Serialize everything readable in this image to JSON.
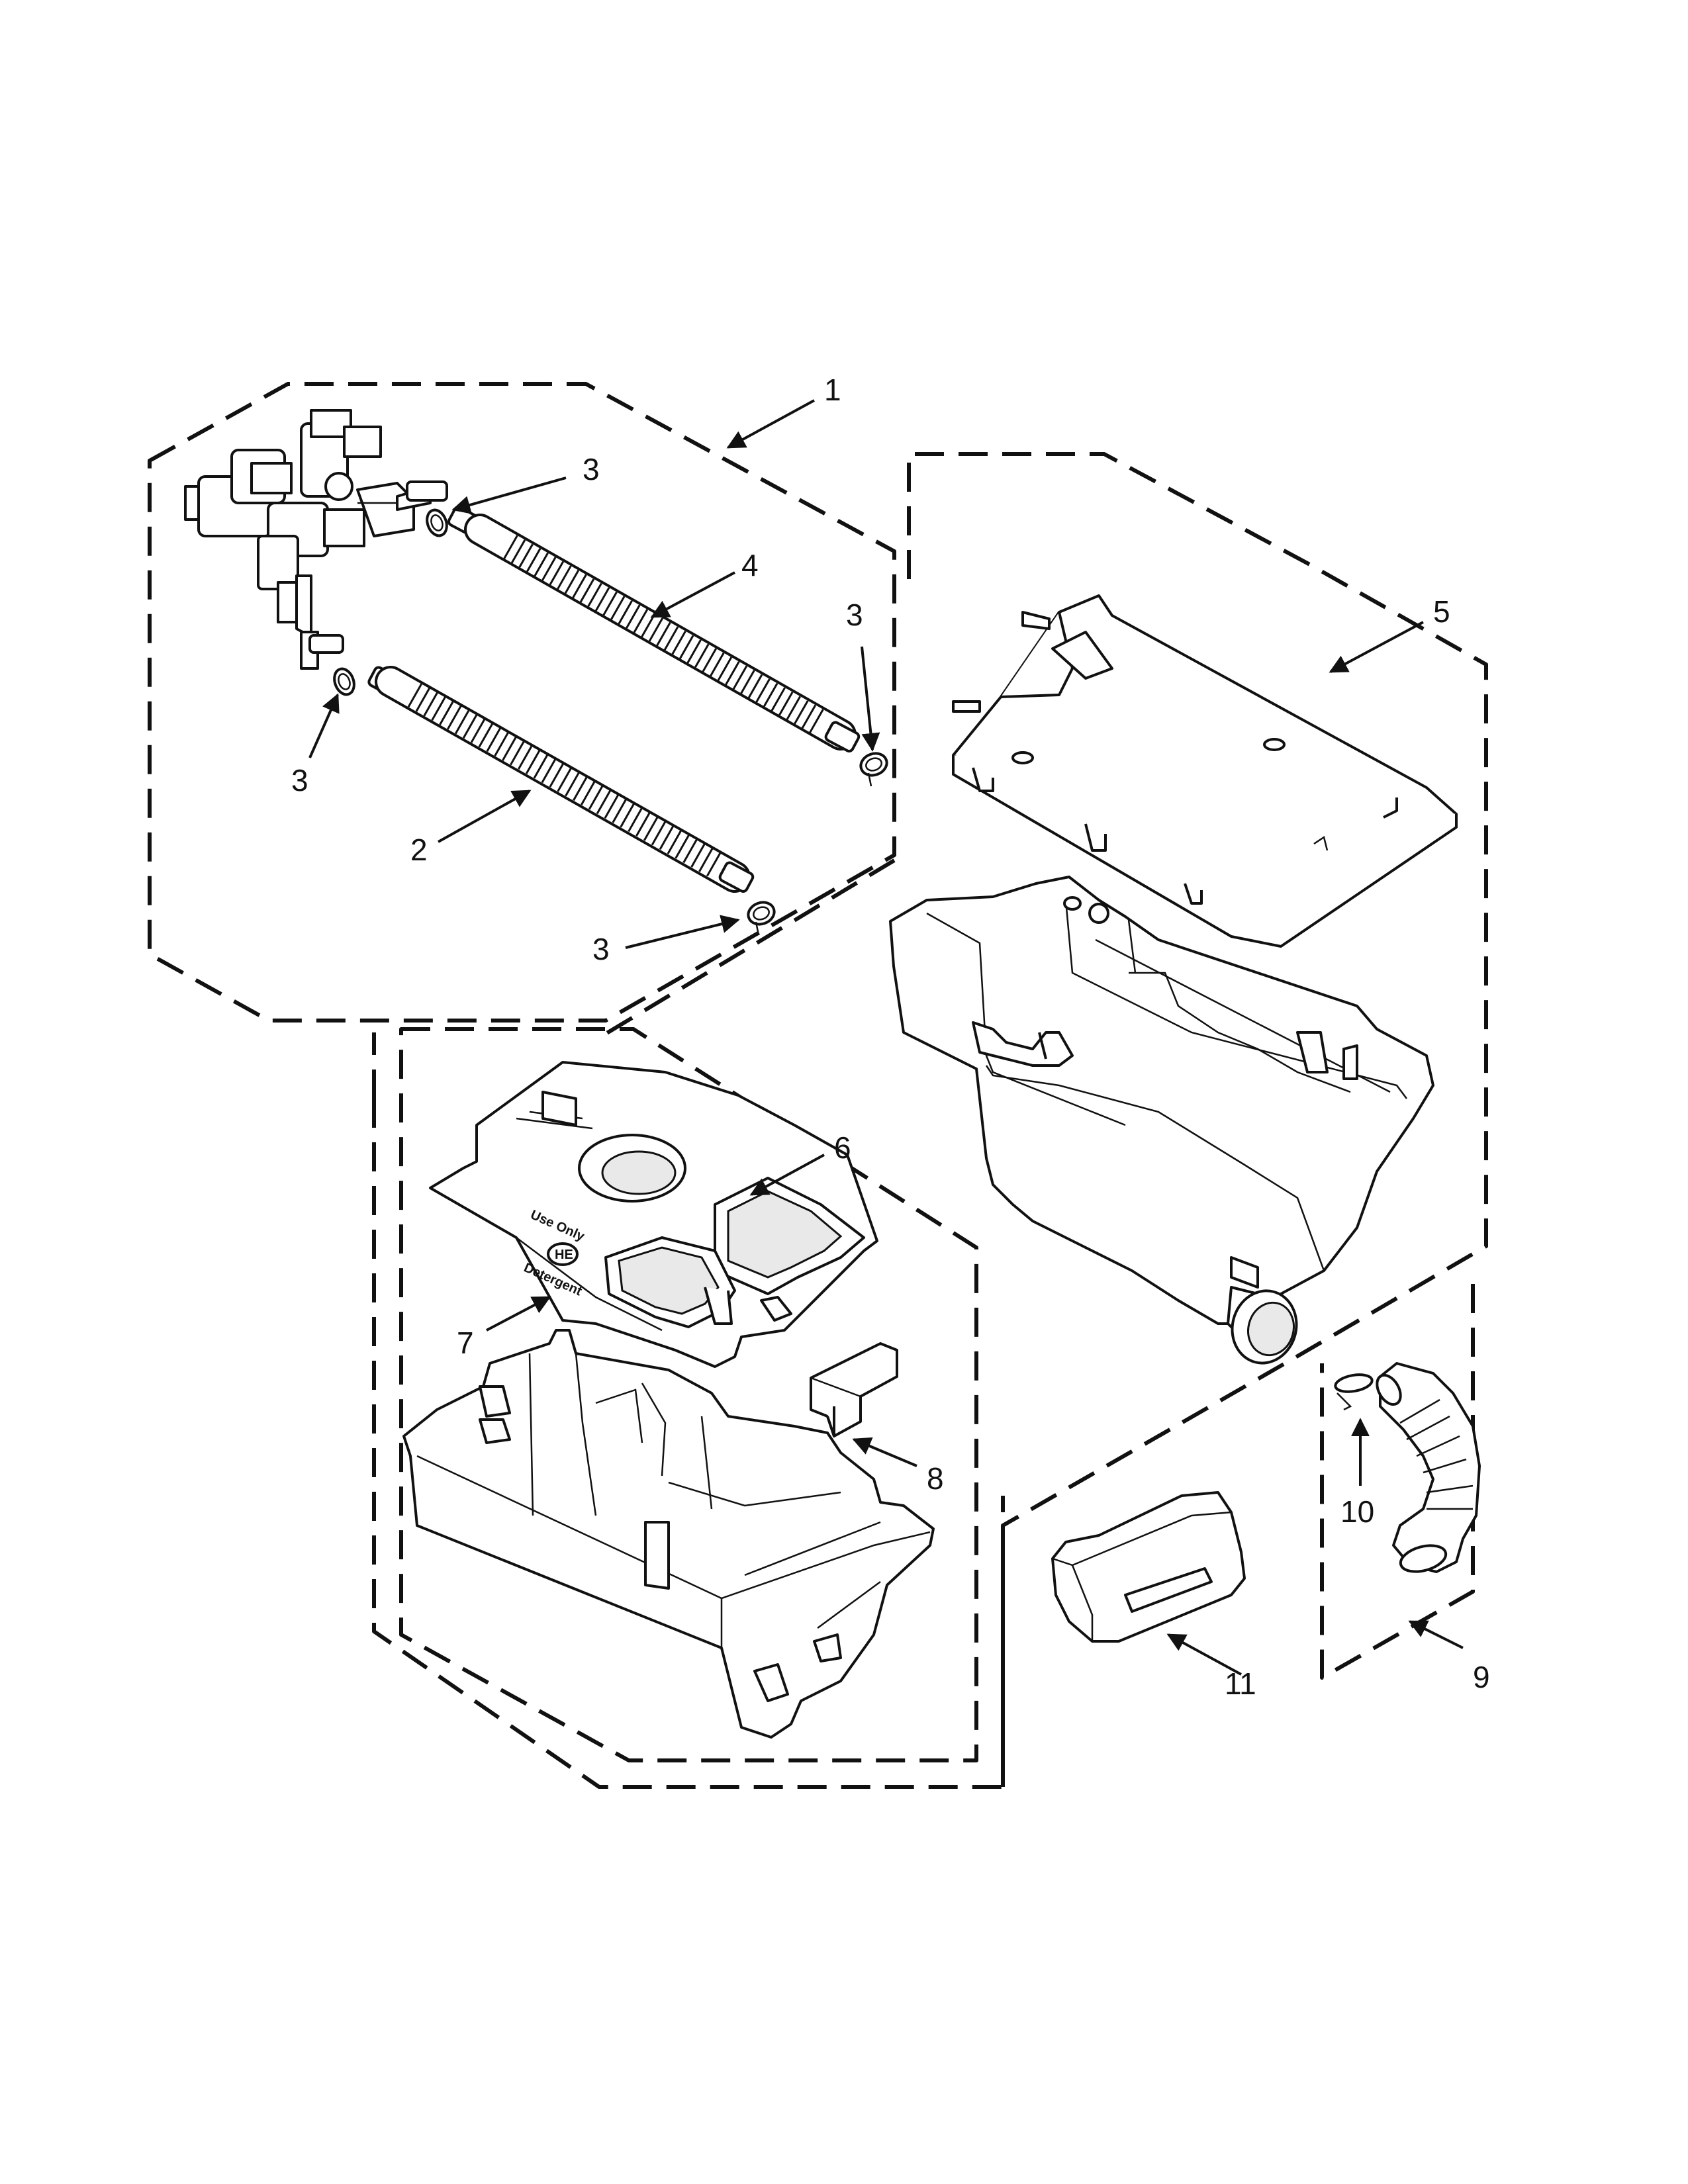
{
  "callouts": {
    "c1": "1",
    "c2": "2",
    "c3a": "3",
    "c3b": "3",
    "c3c": "3",
    "c3d": "3",
    "c4": "4",
    "c5": "5",
    "c6": "6",
    "c7": "7",
    "c8": "8",
    "c9": "9",
    "c10": "10",
    "c11": "11"
  },
  "tray_label": {
    "use_only": "Use Only",
    "he": "HE",
    "detergent": "Detergent"
  }
}
